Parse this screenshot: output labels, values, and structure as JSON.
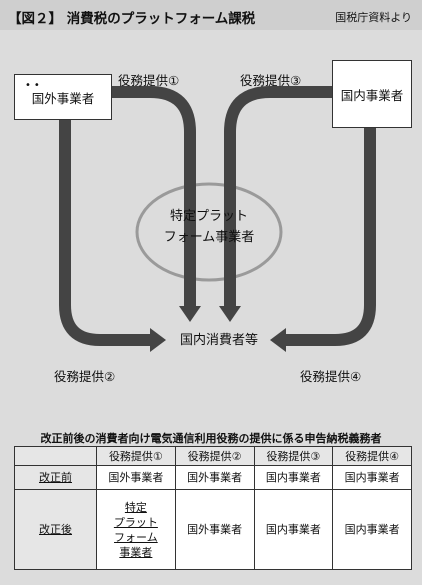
{
  "header": {
    "title": "【図２】 消費税のプラットフォーム課税",
    "source": "国税庁資料より"
  },
  "diagram": {
    "overseas_business": "国外事業者",
    "overseas_dots": "••",
    "domestic_business": "国内事業者",
    "label_service_1": "役務提供①",
    "label_service_2": "役務提供②",
    "label_service_3": "役務提供③",
    "label_service_4": "役務提供④",
    "platform_line1": "特定プラット",
    "platform_line2": "フォーム事業者",
    "domestic_consumer": "国内消費者等",
    "colors": {
      "arrow": "#444444",
      "ellipse": "#9a9a9a",
      "box_bg": "#ffffff"
    }
  },
  "table": {
    "caption": "改正前後の消費者向け電気通信利用役務の提供に係る申告納税義務者",
    "headers": [
      "",
      "役務提供①",
      "役務提供②",
      "役務提供③",
      "役務提供④"
    ],
    "rows": [
      {
        "label": "改正前",
        "cells": [
          "国外事業者",
          "国外事業者",
          "国内事業者",
          "国内事業者"
        ]
      },
      {
        "label": "改正後",
        "first_cell_lines": [
          "特定",
          "プラット",
          "フォーム",
          "事業者"
        ],
        "cells": [
          "国外事業者",
          "国内事業者",
          "国内事業者"
        ]
      }
    ]
  }
}
